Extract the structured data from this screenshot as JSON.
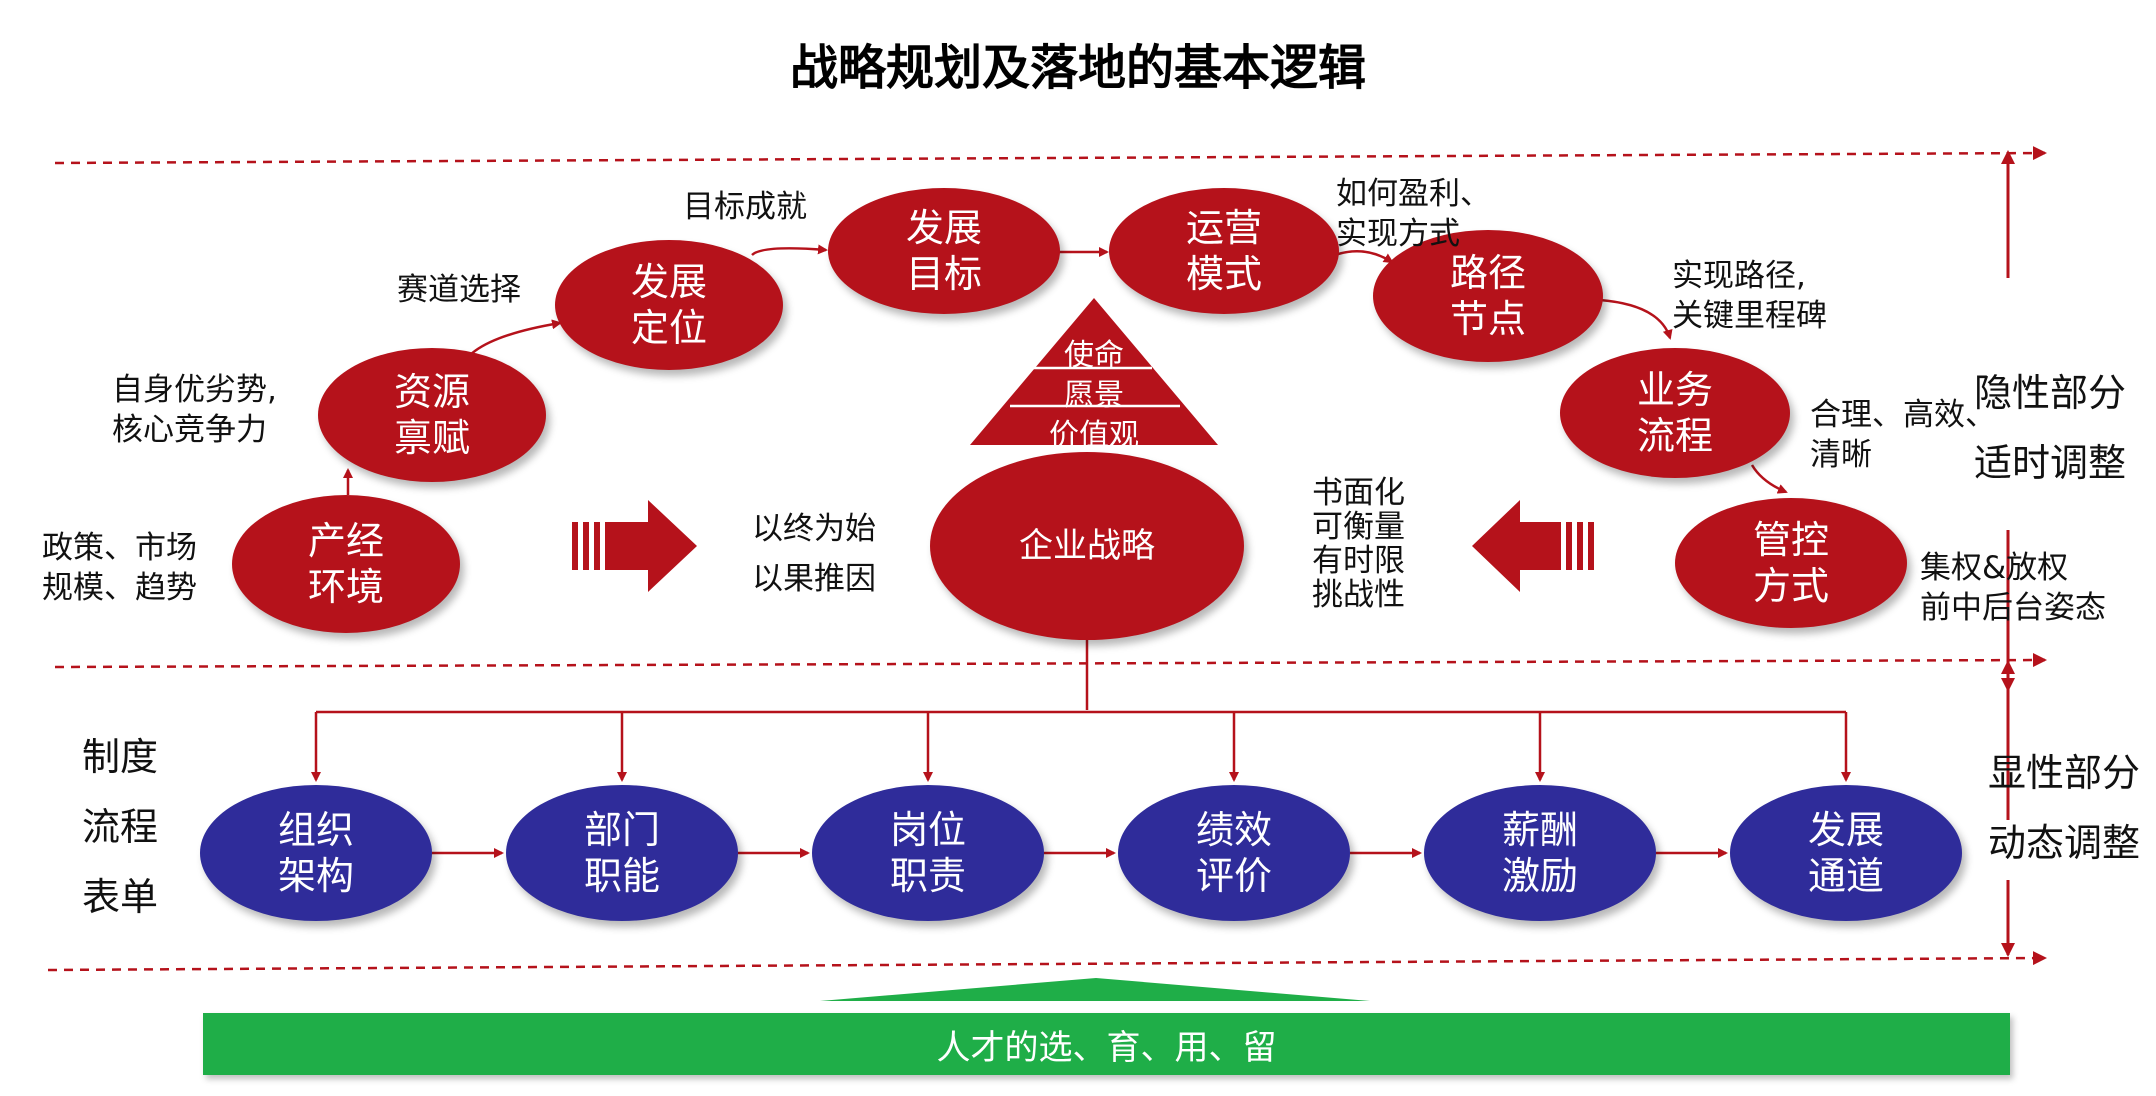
{
  "title": "战略规划及落地的基本逻辑",
  "core": {
    "label": "企业战略"
  },
  "pyramid": [
    "使命",
    "愿景",
    "价值观"
  ],
  "upper_nodes": [
    {
      "id": "n1",
      "lines": [
        "产经",
        "环境"
      ],
      "annotation": [
        "政策、市场",
        "规模、趋势"
      ]
    },
    {
      "id": "n2",
      "lines": [
        "资源",
        "禀赋"
      ],
      "annotation": [
        "自身优劣势,",
        "核心竞争力"
      ]
    },
    {
      "id": "n3",
      "lines": [
        "发展",
        "定位"
      ],
      "annotation": [
        "赛道选择"
      ]
    },
    {
      "id": "n4",
      "lines": [
        "发展",
        "目标"
      ],
      "annotation": [
        "目标成就"
      ]
    },
    {
      "id": "n5",
      "lines": [
        "运营",
        "模式"
      ],
      "annotation": [
        "如何盈利、",
        "实现方式"
      ]
    },
    {
      "id": "n6",
      "lines": [
        "路径",
        "节点"
      ],
      "annotation": [
        "实现路径,",
        "关键里程碑"
      ]
    },
    {
      "id": "n7",
      "lines": [
        "业务",
        "流程"
      ],
      "annotation": [
        "合理、高效、",
        "清晰"
      ]
    },
    {
      "id": "n8",
      "lines": [
        "管控",
        "方式"
      ],
      "annotation": [
        "集权&放权",
        "前中后台姿态"
      ]
    }
  ],
  "left_arrow_text": [
    "以终为始",
    "以果推因"
  ],
  "right_arrow_text": [
    "书面化",
    "可衡量",
    "有时限",
    "挑战性"
  ],
  "lower_nodes": [
    {
      "id": "b1",
      "lines": [
        "组织",
        "架构"
      ]
    },
    {
      "id": "b2",
      "lines": [
        "部门",
        "职能"
      ]
    },
    {
      "id": "b3",
      "lines": [
        "岗位",
        "职责"
      ]
    },
    {
      "id": "b4",
      "lines": [
        "绩效",
        "评价"
      ]
    },
    {
      "id": "b5",
      "lines": [
        "薪酬",
        "激励"
      ]
    },
    {
      "id": "b6",
      "lines": [
        "发展",
        "通道"
      ]
    }
  ],
  "left_labels": [
    "制度",
    "流程",
    "表单"
  ],
  "right_upper": [
    "隐性部分",
    "适时调整"
  ],
  "right_lower": [
    "显性部分",
    "动态调整"
  ],
  "foundation": "人才的选、育、用、留",
  "colors": {
    "red": "#b5121b",
    "blue": "#2f2c9a",
    "green": "#1fae48"
  }
}
